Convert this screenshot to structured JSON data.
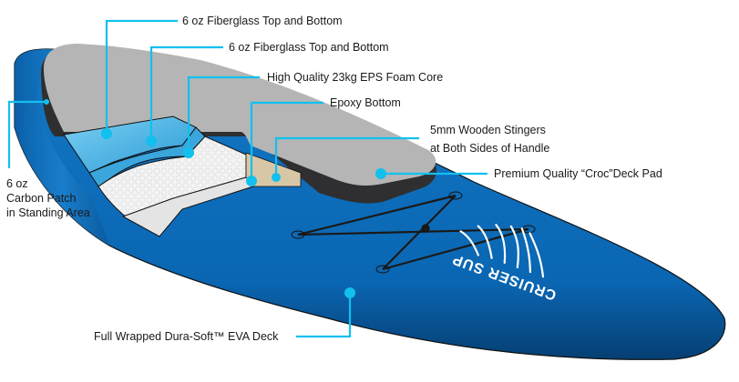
{
  "colors": {
    "callout": "#12c0ee",
    "board_blue": "#0a6ab8",
    "board_blue_dark": "#074f8c",
    "deck_pad_gray": "#b3b3b3",
    "deck_pad_edge": "#2f2f31",
    "glass_blue": "#4fb6e6",
    "foam": "#f1f1f1",
    "stringer": "#d8c7a6"
  },
  "brand": {
    "logo_text": "CRUISER SUP"
  },
  "labels": {
    "fiberglass_top_1": "6 oz Fiberglass Top and Bottom",
    "fiberglass_top_2": "6 oz Fiberglass Top and Bottom",
    "foam_core": "High Quality 23kg EPS Foam Core",
    "epoxy_bottom": "Epoxy Bottom",
    "stringers_line1": "5mm Wooden Stingers",
    "stringers_line2": "at Both Sides of Handle",
    "deck_pad": "Premium Quality “Croc”Deck Pad",
    "carbon_line1": "6 oz",
    "carbon_line2": "Carbon Patch",
    "carbon_line3": "in Standing Area",
    "eva_deck": "Full Wrapped Dura-Soft™ EVA Deck"
  }
}
